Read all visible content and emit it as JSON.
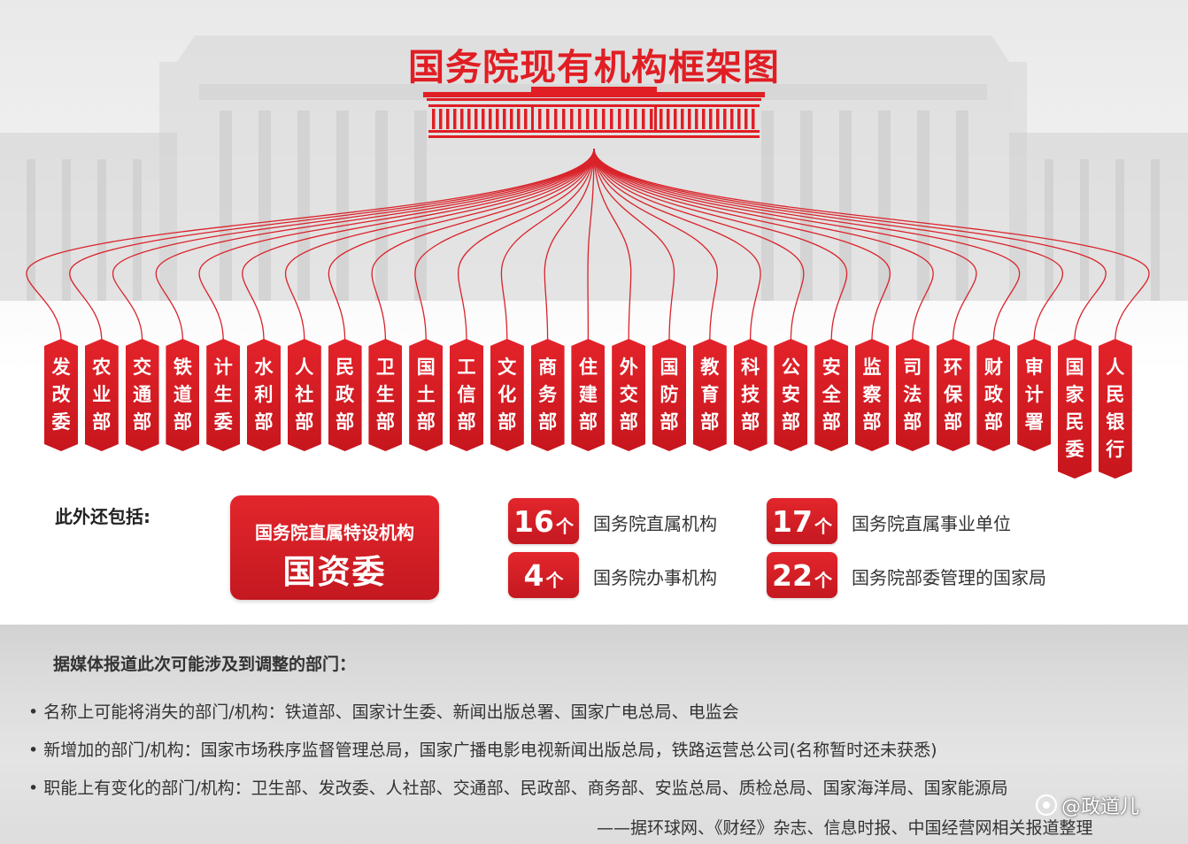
{
  "title": "国务院现有机构框架图",
  "departments": [
    "发改委",
    "农业部",
    "交通部",
    "铁道部",
    "计生委",
    "水利部",
    "人社部",
    "民政部",
    "卫生部",
    "国土部",
    "工信部",
    "文化部",
    "商务部",
    "住建部",
    "外交部",
    "国防部",
    "教育部",
    "科技部",
    "公安部",
    "安全部",
    "监察部",
    "司法部",
    "环保部",
    "财政部",
    "审计署",
    "国家民委",
    "人民银行"
  ],
  "also_included_label": "此外还包括:",
  "special_body": {
    "subtitle": "国务院直属特设机构",
    "name": "国资委"
  },
  "counts": [
    {
      "number": "16",
      "unit": "个",
      "label": "国务院直属机构"
    },
    {
      "number": "17",
      "unit": "个",
      "label": "国务院直属事业单位"
    },
    {
      "number": "4",
      "unit": "个",
      "label": "国务院办事机构"
    },
    {
      "number": "22",
      "unit": "个",
      "label": "国务院部委管理的国家局"
    }
  ],
  "notes": {
    "heading": "据媒体报道此次可能涉及到调整的部门：",
    "items": [
      "名称上可能将消失的部门/机构：铁道部、国家计生委、新闻出版总署、国家广电总局、电监会",
      "新增加的部门/机构：国家市场秩序监督管理总局，国家广播电影电视新闻出版总局，铁路运营总公司(名称暂时还未获悉)",
      "职能上有变化的部门/机构：卫生部、发改委、人社部、交通部、民政部、商务部、安监总局、质检总局、国家海洋局、国家能源局"
    ],
    "bullet": "•",
    "source": "——据环球网、《财经》杂志、信息时报、中国经营网相关报道整理"
  },
  "watermark": "@政道儿",
  "colors": {
    "accent": "#e01e24",
    "accent_dark": "#c41820",
    "text": "#333333",
    "panel": "#dcdcdc"
  }
}
